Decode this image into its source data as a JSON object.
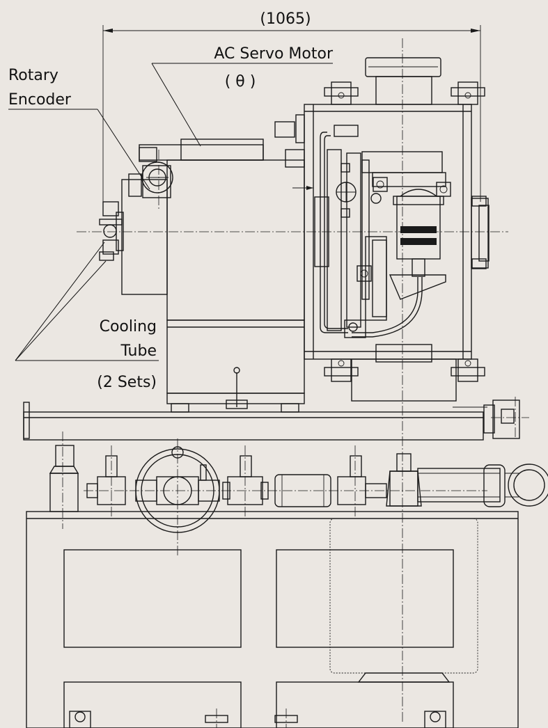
{
  "labels": {
    "dimension": "(1065)",
    "servo_motor": "AC Servo Motor",
    "servo_axis": "( θ )",
    "encoder_line1": "Rotary",
    "encoder_line2": "Encoder",
    "cooling_line1": "Cooling",
    "cooling_line2": "Tube",
    "cooling_line3": "(2 Sets)"
  },
  "colors": {
    "background": "#ebe7e2",
    "line": "#1a1a1a"
  }
}
